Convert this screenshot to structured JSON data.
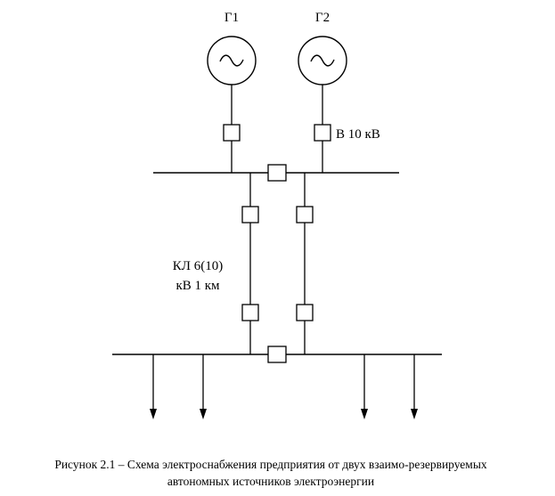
{
  "figure": {
    "generators": [
      {
        "label": "Г1",
        "symbol": "ac-sine-icon"
      },
      {
        "label": "Г2",
        "symbol": "ac-sine-icon"
      }
    ],
    "breaker_label": "В 10 кВ",
    "cable_label_line1": "КЛ 6(10)",
    "cable_label_line2": "кВ 1 км",
    "caption_line1": "Рисунок 2.1 – Схема электроснабжения предприятия от двух взаимо-резервируемых",
    "caption_line2": "автономных источников электроэнергии"
  }
}
